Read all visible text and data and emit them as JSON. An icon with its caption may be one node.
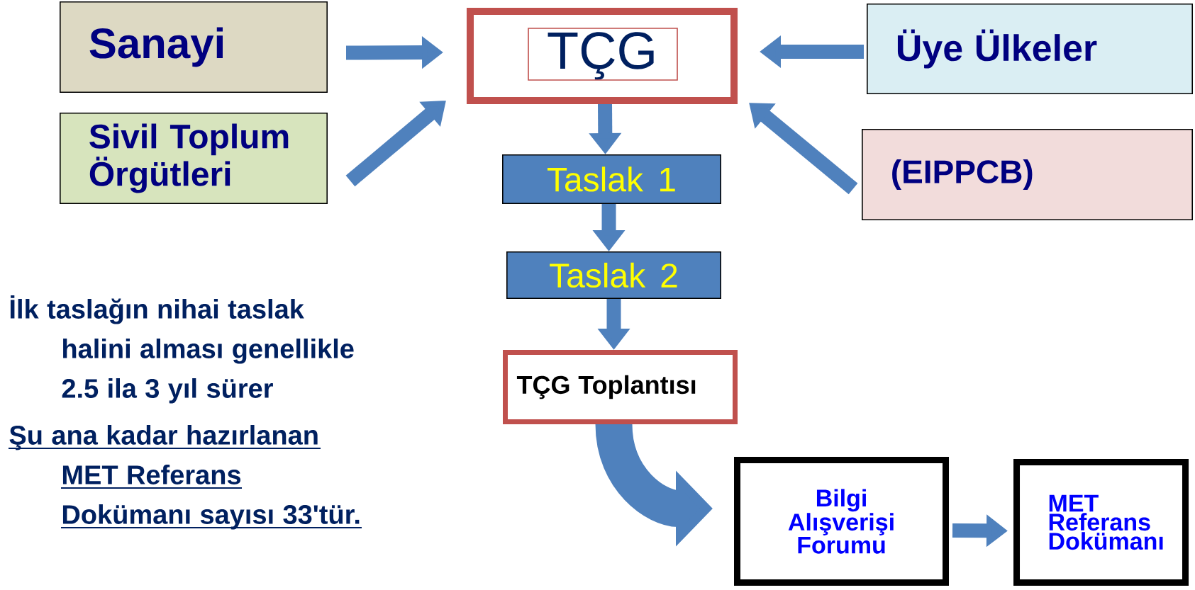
{
  "diagram": {
    "nodes": [
      {
        "text": [
          "Sanayi"
        ]
      },
      {
        "text": [
          "TÇG"
        ]
      },
      {
        "text": [
          "Üye Ülkeler"
        ]
      },
      {
        "text": [
          "Sivil Toplum Örgütleri"
        ]
      },
      {
        "text": [
          "Taslak 1"
        ]
      },
      {
        "text": [
          "(EIPPCB)"
        ]
      },
      {
        "text": [
          "Taslak 2"
        ]
      },
      {
        "text": [
          "TÇG Toplantısı"
        ]
      },
      {
        "text": [
          "Bilgi Alışverişi Forumu"
        ]
      },
      {
        "text": [
          "MET Referans Dokümanı"
        ]
      }
    ],
    "edges": [
      {
        "from": 0,
        "to": 1,
        "arrow": "to"
      },
      {
        "from": 3,
        "to": 1,
        "arrow": "to"
      },
      {
        "from": 2,
        "to": 1,
        "arrow": "to"
      },
      {
        "from": 5,
        "to": 1,
        "arrow": "to"
      },
      {
        "from": 1,
        "to": 4,
        "arrow": "to"
      },
      {
        "from": 4,
        "to": 6,
        "arrow": "to"
      },
      {
        "from": 6,
        "to": 7,
        "arrow": "to"
      },
      {
        "from": 7,
        "to": 8,
        "arrow": "to",
        "style": "thick"
      },
      {
        "from": 8,
        "to": 9,
        "arrow": "to"
      }
    ],
    "labels": [
      "İlk taslağın nihai taslak halini alması genellikle 2.5 ila 3 yıl sürer",
      "Şu ana kadar hazırlanan MET Referans Dokümanı sayısı 33'tür."
    ]
  }
}
